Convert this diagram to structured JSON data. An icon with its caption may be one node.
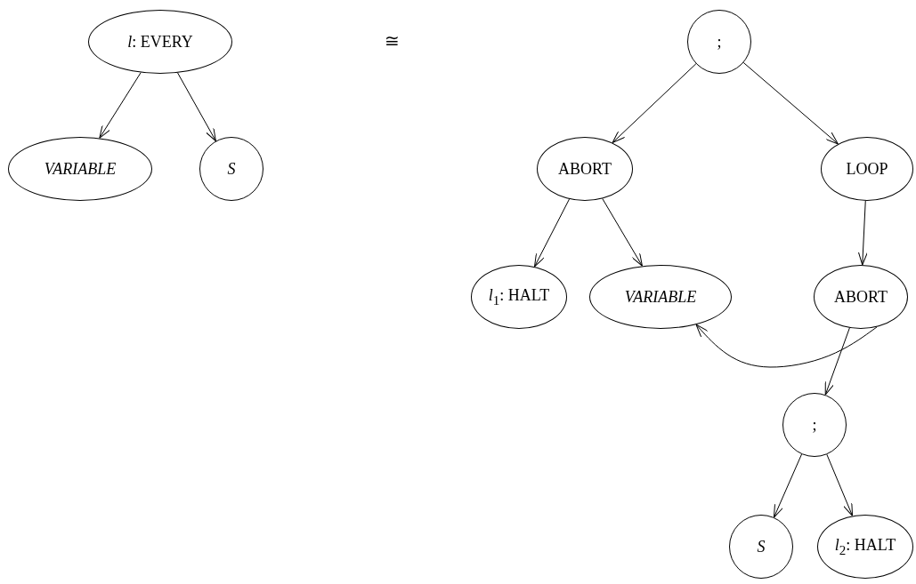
{
  "diagram": {
    "nodes": [
      {
        "text": [
          "*l*: EVERY"
        ]
      },
      {
        "text": [
          "VARIABLE"
        ]
      },
      {
        "text": [
          "S"
        ]
      },
      {
        "text": [
          ";"
        ]
      },
      {
        "text": [
          "ABORT"
        ]
      },
      {
        "text": [
          "LOOP"
        ]
      },
      {
        "text": [
          "*l*$_{1}$: HALT"
        ]
      },
      {
        "text": [
          "VARIABLE"
        ]
      },
      {
        "text": [
          "ABORT"
        ]
      },
      {
        "text": [
          ";"
        ]
      },
      {
        "text": [
          "S"
        ]
      },
      {
        "text": [
          "*l*$_{2}$: HALT"
        ]
      }
    ],
    "edges": [
      {
        "from": 0,
        "to": 1,
        "arrow": "to"
      },
      {
        "from": 0,
        "to": 2,
        "arrow": "to"
      },
      {
        "from": 3,
        "to": 4,
        "arrow": "to"
      },
      {
        "from": 3,
        "to": 5,
        "arrow": "to"
      },
      {
        "from": 4,
        "to": 6,
        "arrow": "to"
      },
      {
        "from": 4,
        "to": 7,
        "arrow": "to"
      },
      {
        "from": 5,
        "to": 8,
        "arrow": "to"
      },
      {
        "from": 8,
        "to": 9,
        "arrow": "to"
      },
      {
        "from": 8,
        "to": 7,
        "arrow": "to"
      },
      {
        "from": 9,
        "to": 10,
        "arrow": "to"
      },
      {
        "from": 9,
        "to": 11,
        "arrow": "to"
      }
    ],
    "labels": [
      "≅"
    ]
  }
}
